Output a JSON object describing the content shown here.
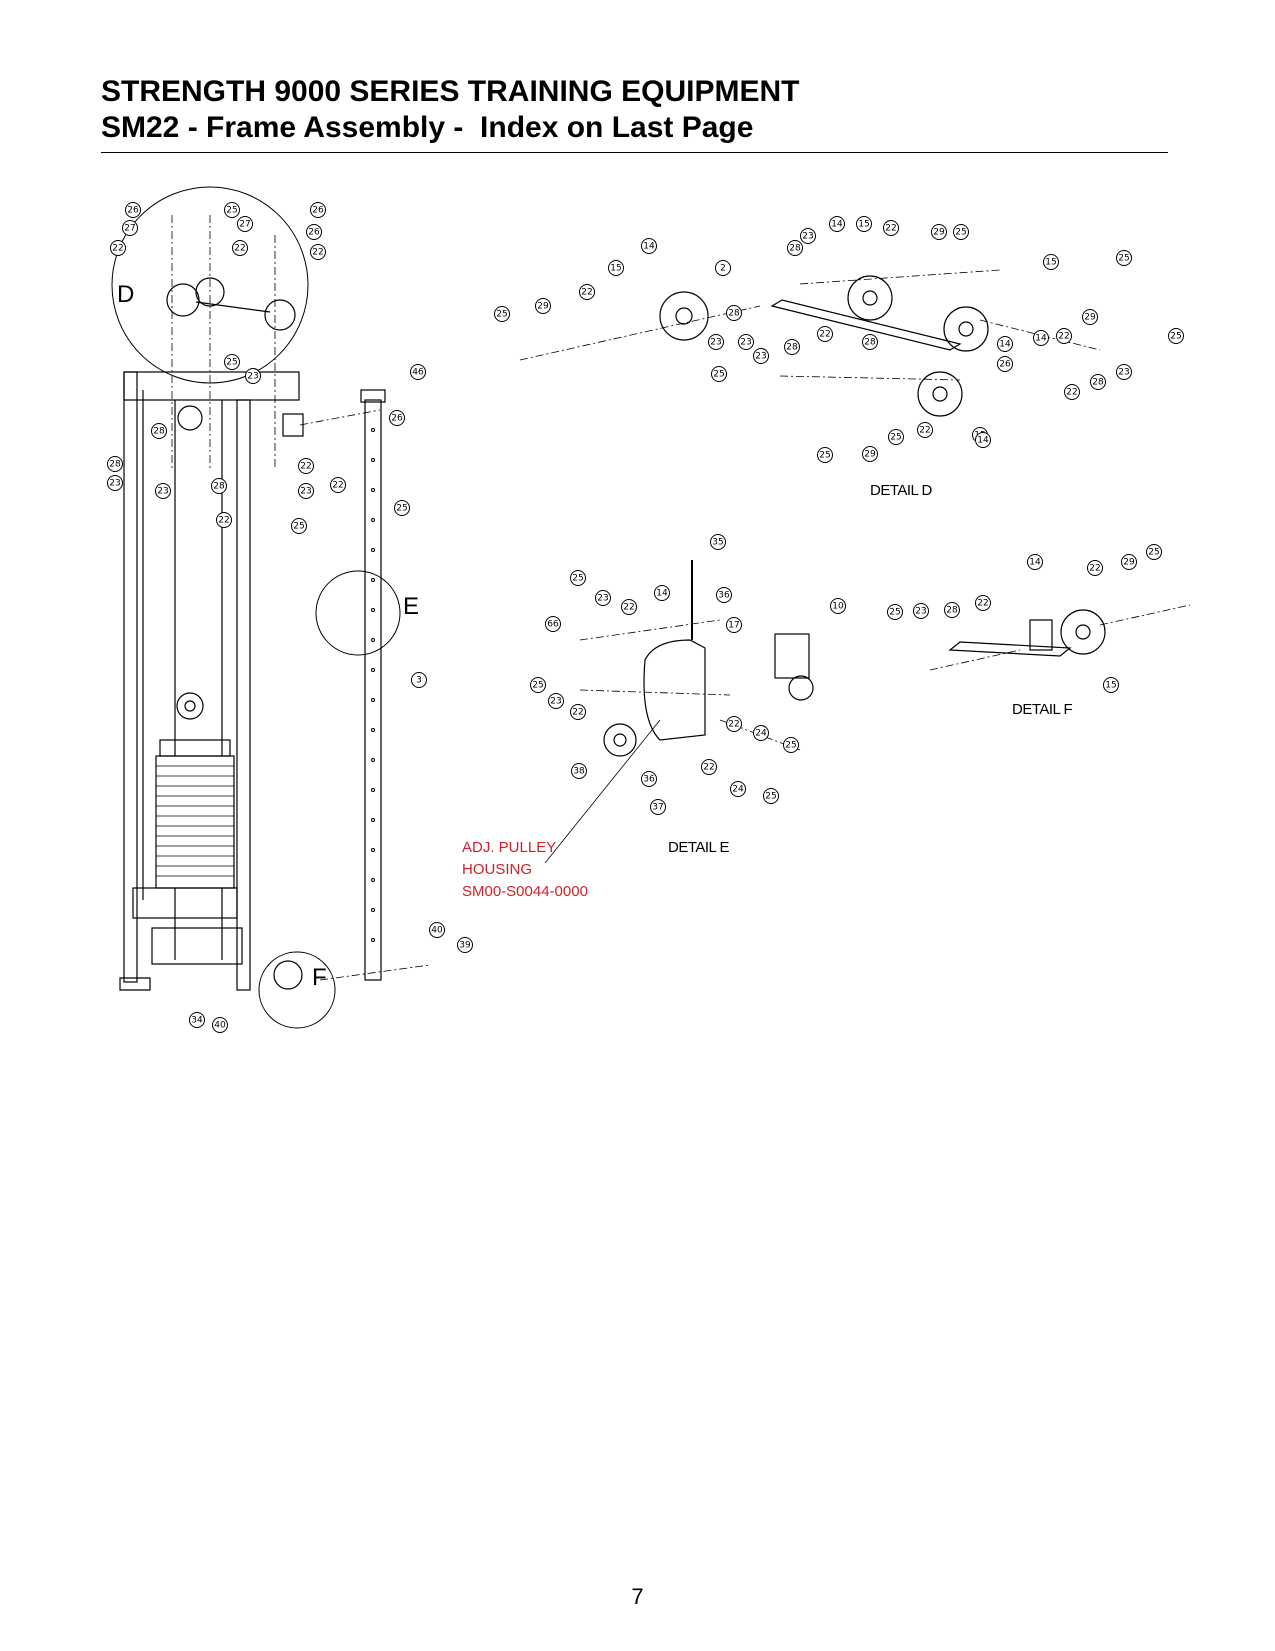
{
  "header": {
    "title_line1": "STRENGTH 9000 SERIES TRAINING EQUIPMENT",
    "title_line2": "SM22 - Frame Assembly -  Index on Last Page"
  },
  "details": {
    "d_letter": "D",
    "e_letter": "E",
    "f_letter": "F",
    "detail_d": "DETAIL D",
    "detail_e": "DETAIL E",
    "detail_f": "DETAIL F"
  },
  "note": {
    "line1": "ADJ. PULLEY",
    "line2": "HOUSING",
    "line3": "SM00-S0044-0000"
  },
  "callouts": {
    "main": [
      "26",
      "25",
      "26",
      "27",
      "27",
      "26",
      "22",
      "22",
      "22",
      "25",
      "23",
      "46",
      "26",
      "28",
      "28",
      "23",
      "23",
      "28",
      "22",
      "22",
      "23",
      "22",
      "25",
      "25",
      "3",
      "40",
      "39",
      "34",
      "40"
    ],
    "detail_d": [
      "14",
      "15",
      "22",
      "29",
      "25",
      "28",
      "23",
      "14",
      "2",
      "15",
      "25",
      "15",
      "29",
      "22",
      "25",
      "28",
      "23",
      "22",
      "14",
      "29",
      "25",
      "25",
      "23",
      "28",
      "22",
      "14",
      "22",
      "28",
      "23",
      "23",
      "28",
      "26",
      "25",
      "22",
      "15",
      "29",
      "14",
      "25"
    ],
    "detail_e": [
      "35",
      "25",
      "23",
      "22",
      "14",
      "36",
      "66",
      "17",
      "10",
      "25",
      "23",
      "22",
      "22",
      "24",
      "25",
      "38",
      "22",
      "36",
      "24",
      "25",
      "37"
    ],
    "detail_f": [
      "14",
      "22",
      "29",
      "25",
      "25",
      "23",
      "28",
      "22",
      "15"
    ]
  },
  "page_number": "7",
  "colors": {
    "note_red": "#d0202a",
    "ink": "#000000"
  }
}
